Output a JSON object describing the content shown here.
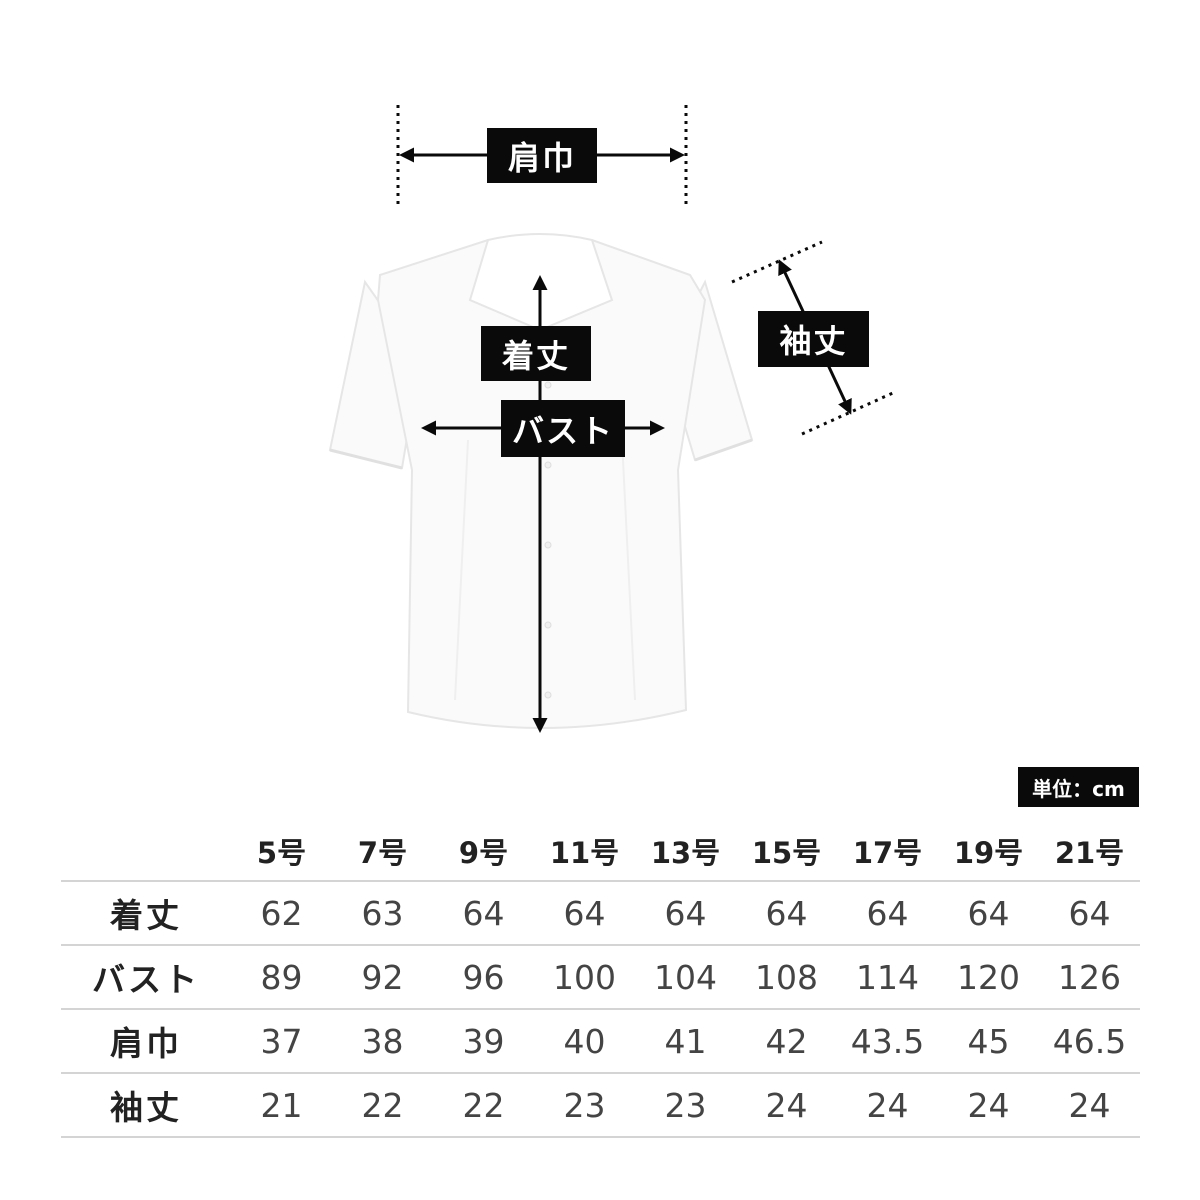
{
  "diagram": {
    "labels": {
      "shoulder": "肩巾",
      "length": "着丈",
      "bust": "バスト",
      "sleeve": "袖丈"
    },
    "garment": "white-short-sleeve-blouse",
    "label_bg": "#0a0a0a"
  },
  "unit": "単位：cm",
  "table": {
    "sizes": [
      "5号",
      "7号",
      "9号",
      "11号",
      "13号",
      "15号",
      "17号",
      "19号",
      "21号"
    ],
    "rows": [
      {
        "label": "着丈",
        "values": [
          "62",
          "63",
          "64",
          "64",
          "64",
          "64",
          "64",
          "64",
          "64"
        ]
      },
      {
        "label": "バスト",
        "values": [
          "89",
          "92",
          "96",
          "100",
          "104",
          "108",
          "114",
          "120",
          "126"
        ]
      },
      {
        "label": "肩巾",
        "values": [
          "37",
          "38",
          "39",
          "40",
          "41",
          "42",
          "43.5",
          "45",
          "46.5"
        ]
      },
      {
        "label": "袖丈",
        "values": [
          "21",
          "22",
          "22",
          "23",
          "23",
          "24",
          "24",
          "24",
          "24"
        ]
      }
    ]
  }
}
